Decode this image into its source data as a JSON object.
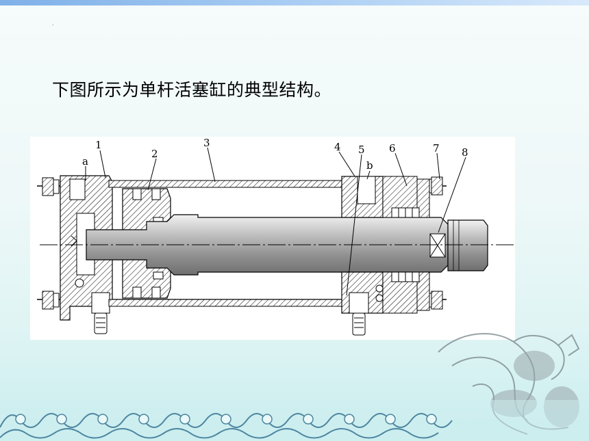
{
  "slide": {
    "dot": ".",
    "title": "下图所示为单杆活塞缸的典型结构。"
  },
  "diagram": {
    "labels": [
      "1",
      "2",
      "3",
      "4",
      "5",
      "6",
      "7",
      "8",
      "a",
      "b"
    ]
  },
  "colors": {
    "background": "#eef8f8",
    "top_band": "#8fbbea",
    "metal": "#c8c8c8",
    "line": "#000000",
    "wave": "#5a8fa8"
  }
}
